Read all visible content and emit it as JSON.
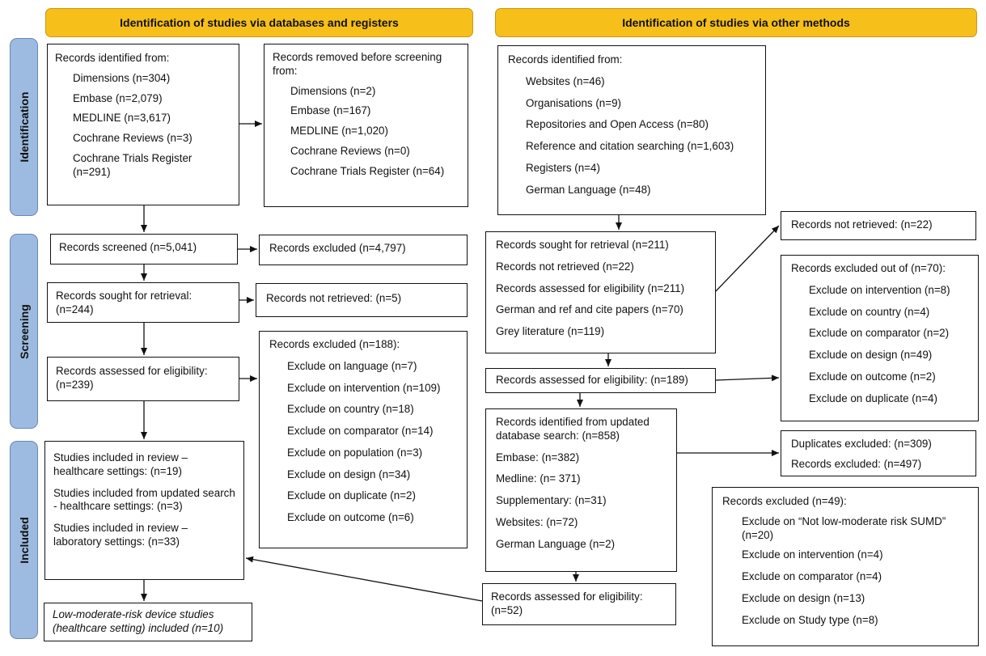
{
  "headers": {
    "left": "Identification of studies via databases and registers",
    "right": "Identification of studies via other methods"
  },
  "phases": [
    "Identification",
    "Screening",
    "Included"
  ],
  "left": {
    "identified": {
      "title": "Records identified from:",
      "items": [
        "Dimensions (n=304)",
        "Embase (n=2,079)",
        "MEDLINE (n=3,617)",
        "Cochrane Reviews (n=3)",
        "Cochrane Trials Register (n=291)"
      ]
    },
    "removed": {
      "title": "Records removed before screening from:",
      "items": [
        "Dimensions (n=2)",
        "Embase (n=167)",
        "MEDLINE (n=1,020)",
        "Cochrane Reviews (n=0)",
        "Cochrane Trials Register (n=64)"
      ]
    },
    "screened": "Records screened (n=5,041)",
    "excluded": "Records excluded (n=4,797)",
    "sought": "Records sought for retrieval: (n=244)",
    "not_retrieved": "Records not retrieved: (n=5)",
    "assessed": "Records assessed for eligibility: (n=239)",
    "excluded_reasons": {
      "title": "Records excluded (n=188):",
      "items": [
        "Exclude on language (n=7)",
        "Exclude on intervention (n=109)",
        "Exclude on country (n=18)",
        "Exclude on comparator (n=14)",
        "Exclude on population (n=3)",
        "Exclude on design (n=34)",
        "Exclude on duplicate (n=2)",
        "Exclude on outcome (n=6)"
      ]
    },
    "included": [
      "Studies included in review – healthcare settings: (n=19)",
      "Studies included from updated search - healthcare settings: (n=3)",
      "Studies included in review – laboratory settings: (n=33)"
    ],
    "final": "Low-moderate-risk device studies (healthcare setting) included (n=10)"
  },
  "right": {
    "identified": {
      "title": "Records identified from:",
      "items": [
        "Websites (n=46)",
        "Organisations (n=9)",
        "Repositories and Open Access (n=80)",
        "Reference and citation searching (n=1,603)",
        "Registers (n=4)",
        "German Language (n=48)"
      ]
    },
    "sought_block": [
      "Records sought for retrieval (n=211)",
      "Records not retrieved (n=22)",
      "Records assessed for eligibility (n=211)",
      "German and ref and cite papers (n=70)",
      "Grey literature (n=119)"
    ],
    "not_retrieved": "Records not retrieved: (n=22)",
    "excluded_of": {
      "title": "Records excluded out of (n=70):",
      "items": [
        "Exclude on intervention (n=8)",
        "Exclude on country (n=4)",
        "Exclude on comparator (n=2)",
        "Exclude on design (n=49)",
        "Exclude on outcome (n=2)",
        "Exclude on duplicate (n=4)"
      ]
    },
    "assessed": "Records assessed for eligibility: (n=189)",
    "updated": {
      "title": "Records identified from updated database search: (n=858)",
      "items": [
        "Embase: (n=382)",
        "Medline: (n= 371)",
        "Supplementary: (n=31)",
        "Websites: (n=72)",
        "German Language (n=2)"
      ]
    },
    "duplicates": [
      "Duplicates excluded: (n=309)",
      "Records excluded: (n=497)"
    ],
    "excluded49": {
      "title": "Records excluded (n=49):",
      "items": [
        "Exclude on “Not low-moderate risk SUMD” (n=20)",
        "Exclude on intervention (n=4)",
        "Exclude on comparator (n=4)",
        "Exclude on design (n=13)",
        "Exclude on Study type (n=8)"
      ]
    },
    "assessed52": "Records assessed for eligibility: (n=52)"
  }
}
